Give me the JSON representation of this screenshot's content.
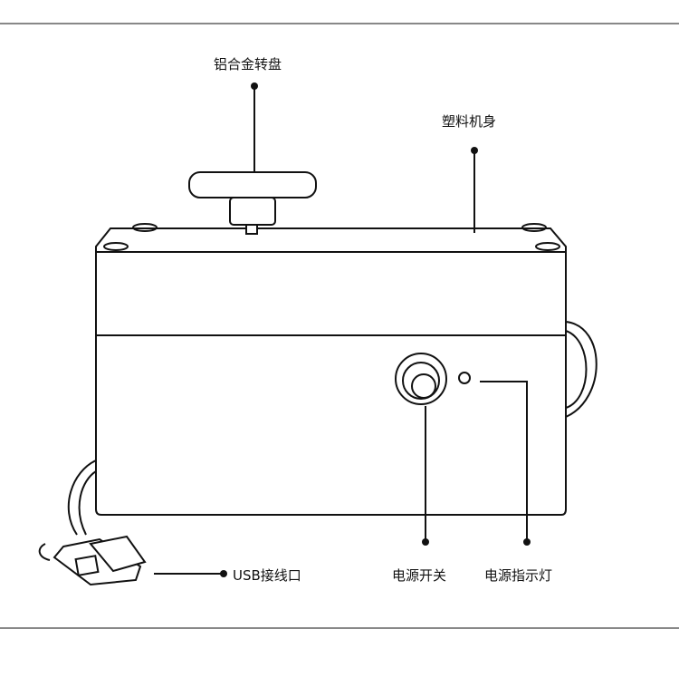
{
  "labels": {
    "turntable": "铝合金转盘",
    "body": "塑料机身",
    "usb": "USB接线口",
    "switch": "电源开关",
    "indicator": "电源指示灯"
  },
  "colors": {
    "line": "#111111",
    "background": "#ffffff"
  }
}
